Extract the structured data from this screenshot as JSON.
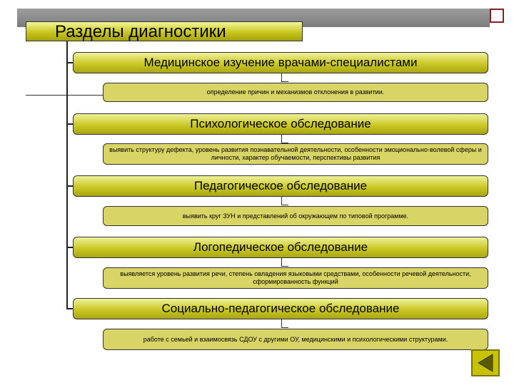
{
  "title": "Разделы диагностики",
  "sections": [
    {
      "heading": "Медицинское изучение врачами-специалистами",
      "detail": "определение причин и механизмов отклонения в развитии."
    },
    {
      "heading": "Психологическое обследование",
      "detail": "выявить структуру дефекта, уровень развития познавательной деятельности, особенности эмоционально-волевой сферы и личности, характер обучаемости, перспективы развития"
    },
    {
      "heading": "Педагогическое обследование",
      "detail": "выявить круг ЗУН и представлений об окружающем по типовой программе."
    },
    {
      "heading": "Логопедическое обследование",
      "detail": "выявляется уровень развития речи, степень овладения языковыми средствами, особенности речевой деятельности, сформированность функций"
    },
    {
      "heading": "Социально-педагогическое обследование",
      "detail": "работе с семьей и взаимосвязь СДОУ с другими ОУ, медицинскими и психологическими структурами."
    }
  ],
  "nav": {
    "back_icon": "back-arrow-icon"
  },
  "colors": {
    "box": "#cbc826",
    "sub_box": "#d9d466",
    "nav": "#c8c200"
  }
}
